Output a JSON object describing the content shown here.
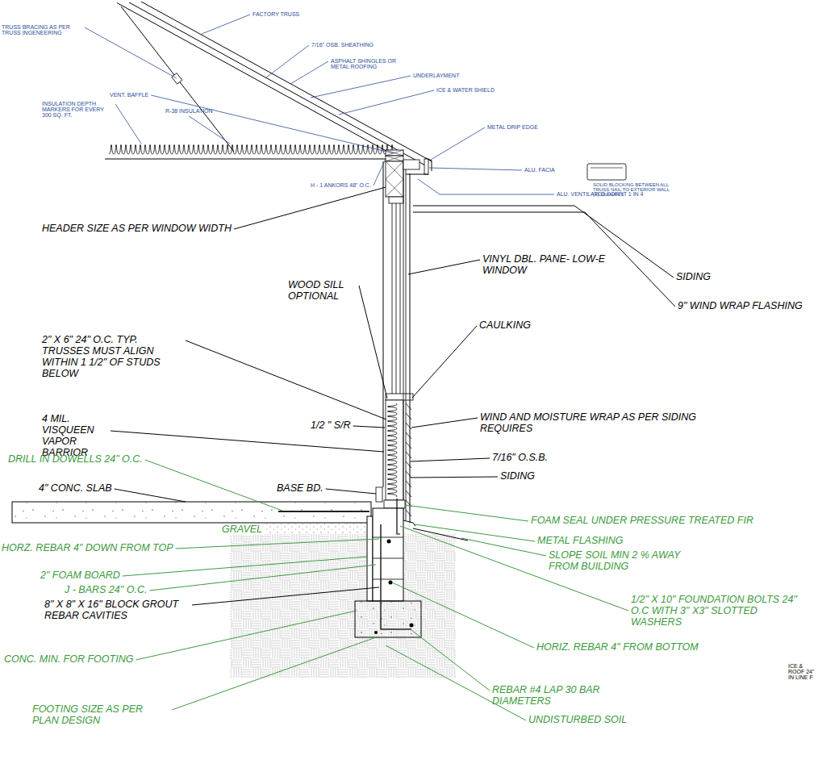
{
  "diagram": {
    "labels": [
      "FACTORY TRUSS",
      "TRUSS BRACING AS PER TRUSS INGENEERING",
      "7/16\" OSB. SHEATHING",
      "ASPHALT SHINGLES OR METAL ROOFING",
      "UNDERLAYMENT",
      "ICE & WATER SHIELD",
      "VENT. BAFFLE",
      "R-38 INSULATION",
      "INSULATION DEPTH MARKERS FOR EVERY 300 SQ. FT.",
      "METAL DRIP EDGE",
      "SOLID BLOCKING BETWEEN ALL TRUSS NAIL TO EXTERIOR WALL (4) 16d NAILS",
      "H - 1 ANKORS 48\" O.C.",
      "ALU. FACIA",
      "ALU. VENTILATED SOFFIT 1 IN 4",
      "HEADER SIZE AS PER WINDOW WIDTH",
      "VINYL DBL. PANE- LOW-E WINDOW",
      "SIDING",
      "9\" WIND WRAP FLASHING",
      "WOOD SILL OPTIONAL",
      "CAULKING",
      "2\" X 6\" 24\" O.C. TYP. TRUSSES MUST ALIGN WITHIN 1 1/2\" OF STUDS BELOW",
      "1/2 \" S/R",
      "WIND AND MOISTURE WRAP AS PER SIDING REQUIRES",
      "4 MIL. VISQUEEN VAPOR BARRIOR",
      "7/16\" O.S.B.",
      "SIDING",
      "BASE BD.",
      "DRILL IN DOWELLS 24\" O.C.",
      "4\" CONC. SLAB",
      "GRAVEL",
      "FOAM SEAL UNDER PRESSURE TREATED FIR",
      "HORZ. REBAR 4\" DOWN FROM TOP",
      "METAL FLASHING",
      "SLOPE SOIL MIN 2 % AWAY FROM BUILDING",
      "2\" FOAM BOARD",
      "J - BARS 24\" O.C.",
      "8\" X 8\" X 16\" BLOCK GROUT REBAR CAVITIES",
      "1/2\" X 10\" FOUNDATION BOLTS 24\" O.C WITH 3\" X3\" SLOTTED WASHERS",
      "HORIZ. REBAR 4\" FROM BOTTOM",
      "CONC. MIN. FOR FOOTING",
      "REBAR #4 LAP 30 BAR DIAMETERS",
      "FOOTING SIZE AS PER PLAN DESIGN",
      "UNDISTURBED SOIL",
      "ICE & ROOF 24\" IN LINE F"
    ]
  }
}
